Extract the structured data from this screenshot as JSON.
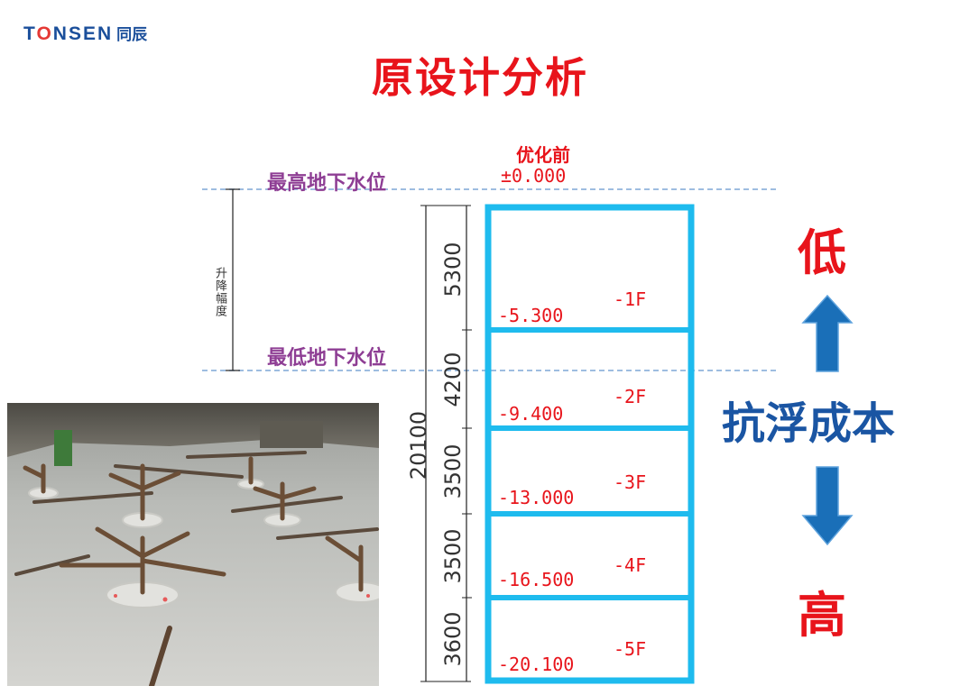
{
  "logo": {
    "brand_pre": "T",
    "brand_o": "O",
    "brand_post": "NSEN",
    "brand_cn": "同辰"
  },
  "title": "原设计分析",
  "header": {
    "label": "优化前",
    "elevation": "±0.000"
  },
  "water_levels": {
    "high": "最高地下水位",
    "low": "最低地下水位"
  },
  "fluctuation_label": "升降幅度",
  "total_height": "20100",
  "floors": [
    {
      "name": "-1F",
      "elevation": "-5.300",
      "height": "5300"
    },
    {
      "name": "-2F",
      "elevation": "-9.400",
      "height": "4200"
    },
    {
      "name": "-3F",
      "elevation": "-13.000",
      "height": "3500"
    },
    {
      "name": "-4F",
      "elevation": "-16.500",
      "height": "3500"
    },
    {
      "name": "-5F",
      "elevation": "-20.100",
      "height": "3600"
    }
  ],
  "cost": {
    "low": "低",
    "label": "抗浮成本",
    "high": "高"
  },
  "colors": {
    "frame": "#1ebbee",
    "title": "#e8141b",
    "water": "#8e3e94",
    "arrow": "#1a6fb8",
    "brand": "#1b4f9b"
  },
  "icons": {
    "up": "arrow-up-icon",
    "down": "arrow-down-icon"
  }
}
